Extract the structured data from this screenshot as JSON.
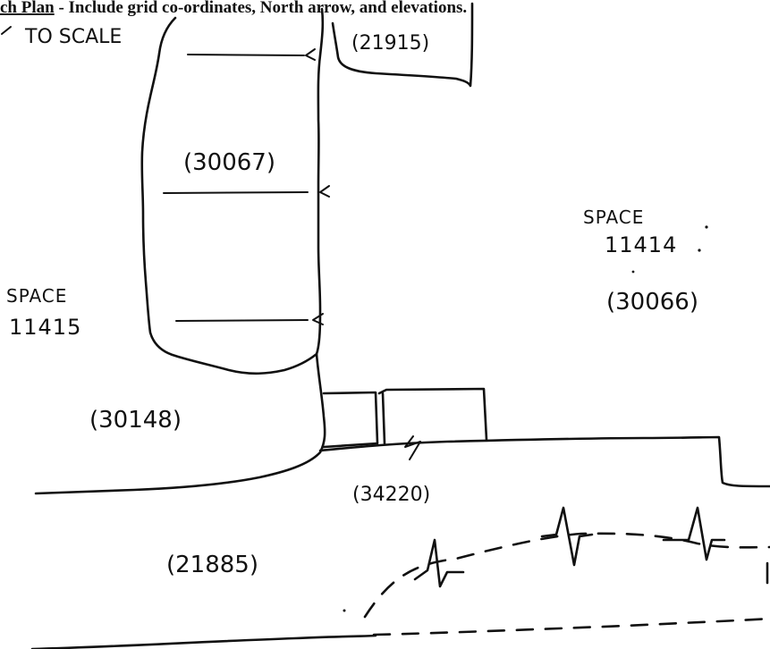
{
  "header": {
    "plan_title": "ch Plan",
    "instruction": " - Include grid co-ordinates, North arrow, and elevations."
  },
  "scale_note": "TO SCALE",
  "contexts": {
    "c21915": "(21915)",
    "c30067": "(30067)",
    "c30066": "(30066)",
    "c30148": "(30148)",
    "c34220": "(34220)",
    "c21885": "(21885)"
  },
  "spaces": {
    "space_11414": {
      "word": "SPACE",
      "number": "11414"
    },
    "space_11415": {
      "word": "SPACE",
      "number": "11415"
    }
  }
}
